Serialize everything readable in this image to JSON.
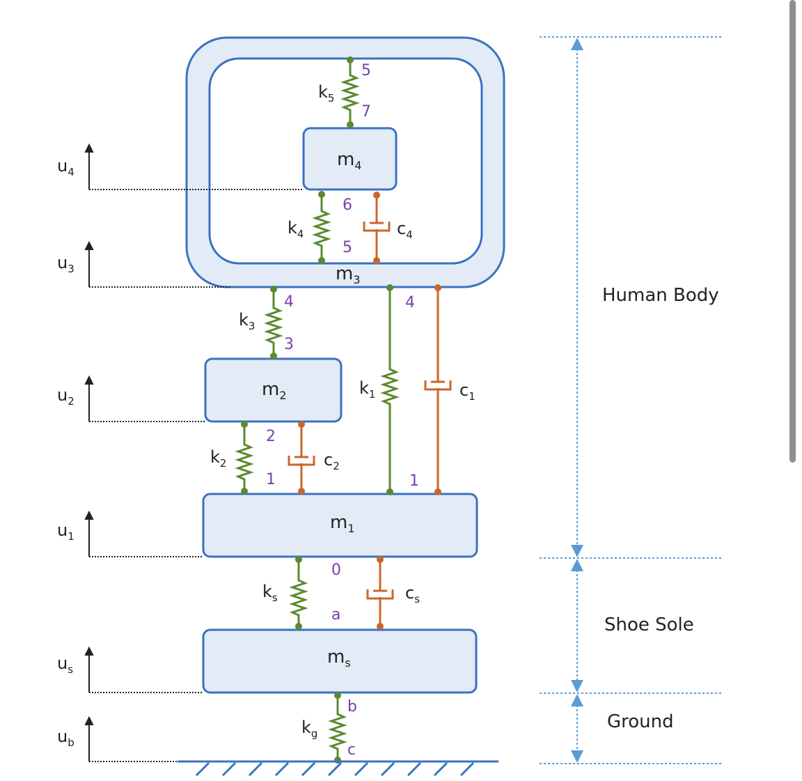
{
  "colors": {
    "mass_fill": "#e3ebf7",
    "mass_stroke": "#3a72c0",
    "spring": "#5b8a2e",
    "damper": "#c8672a",
    "node_label": "#7a3fa8",
    "dim_line": "#5b9bd5",
    "ground": "#3a72c0"
  },
  "masses": {
    "m4": {
      "base": "m",
      "sub": "4"
    },
    "m3": {
      "base": "m",
      "sub": "3"
    },
    "m2": {
      "base": "m",
      "sub": "2"
    },
    "m1": {
      "base": "m",
      "sub": "1"
    },
    "ms": {
      "base": "m",
      "sub": "s"
    }
  },
  "springs": {
    "k5": {
      "base": "k",
      "sub": "5"
    },
    "k4": {
      "base": "k",
      "sub": "4"
    },
    "k3": {
      "base": "k",
      "sub": "3"
    },
    "k2": {
      "base": "k",
      "sub": "2"
    },
    "k1": {
      "base": "k",
      "sub": "1"
    },
    "ks": {
      "base": "k",
      "sub": "s"
    },
    "kg": {
      "base": "k",
      "sub": "g"
    }
  },
  "dampers": {
    "c4": {
      "base": "c",
      "sub": "4"
    },
    "c2": {
      "base": "c",
      "sub": "2"
    },
    "c1": {
      "base": "c",
      "sub": "1"
    },
    "cs": {
      "base": "c",
      "sub": "s"
    }
  },
  "nodes": {
    "n5_top": "5",
    "n7": "7",
    "n6": "6",
    "n5_bottom": "5",
    "n4_left": "4",
    "n3": "3",
    "n4_right": "4",
    "n2": "2",
    "n1_left": "1",
    "n1_right": "1",
    "n0": "0",
    "na": "a",
    "nb": "b",
    "nc": "c"
  },
  "displacements": {
    "u4": {
      "base": "u",
      "sub": "4"
    },
    "u3": {
      "base": "u",
      "sub": "3"
    },
    "u2": {
      "base": "u",
      "sub": "2"
    },
    "u1": {
      "base": "u",
      "sub": "1"
    },
    "us": {
      "base": "u",
      "sub": "s"
    },
    "ub": {
      "base": "u",
      "sub": "b"
    }
  },
  "regions": {
    "human_body": "Human Body",
    "shoe_sole": "Shoe Sole",
    "ground": "Ground"
  }
}
